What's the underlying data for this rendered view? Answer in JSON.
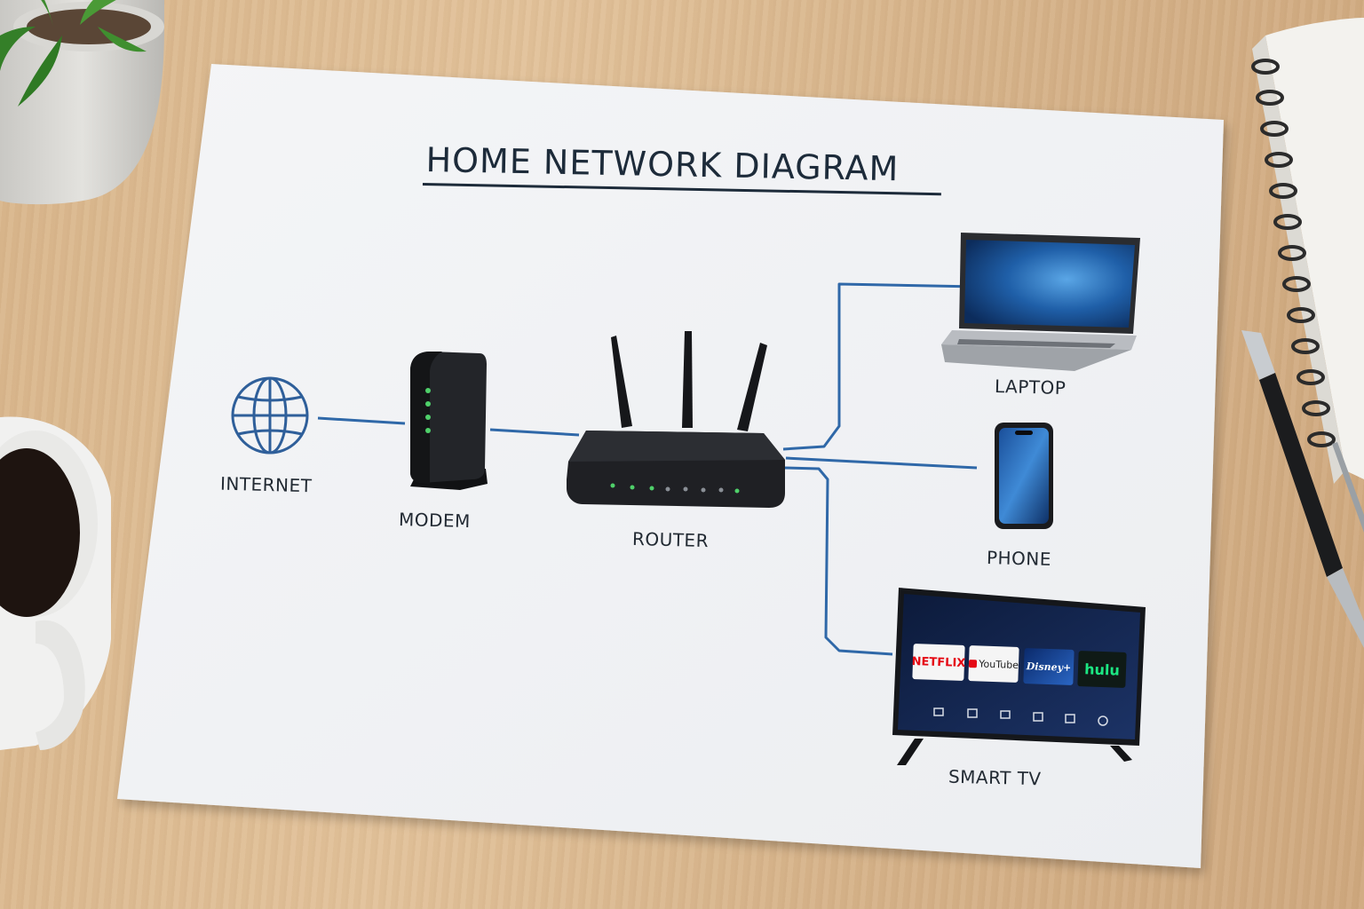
{
  "diagram": {
    "title": "HOME NETWORK DIAGRAM",
    "nodes": {
      "internet": "INTERNET",
      "modem": "MODEM",
      "router": "ROUTER",
      "laptop": "LAPTOP",
      "phone": "PHONE",
      "smart_tv": "SMART TV"
    },
    "tv_apps": {
      "netflix": "NETFLIX",
      "youtube": "YouTube",
      "disney": "Disney+",
      "hulu": "hulu"
    },
    "colors": {
      "connection_line": "#2f68a8",
      "globe": "#2f5f9a",
      "device_led": "#4fd06a",
      "netflix_red": "#e50914",
      "hulu_green": "#1ce783"
    }
  }
}
